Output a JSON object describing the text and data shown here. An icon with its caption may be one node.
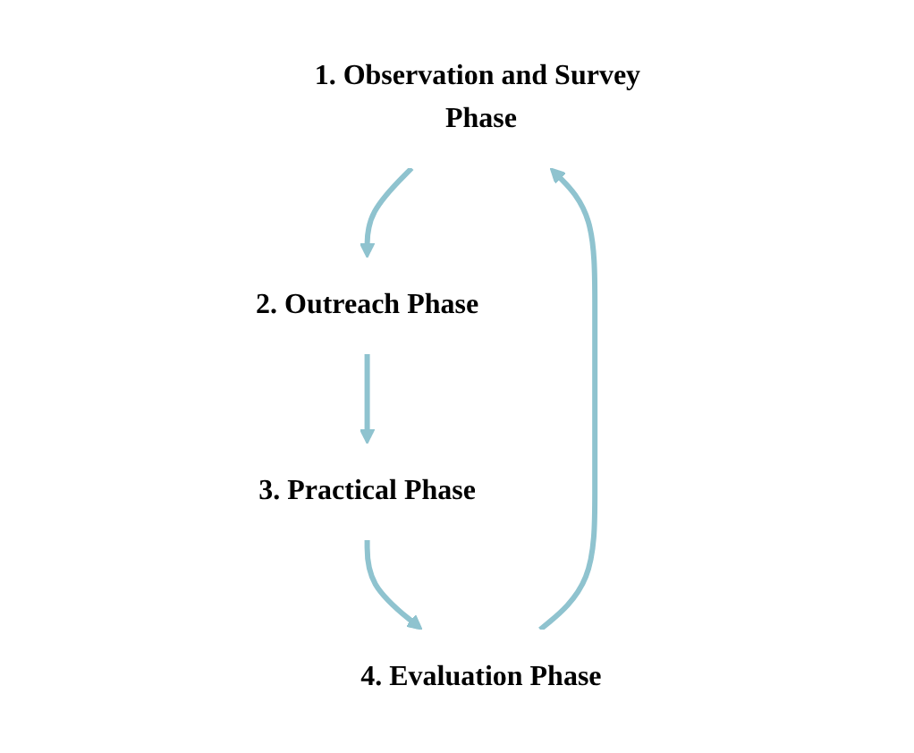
{
  "diagram": {
    "nodes": [
      {
        "text": [
          "1. Observation and Survey Phase"
        ]
      },
      {
        "text": [
          "2. Outreach Phase"
        ]
      },
      {
        "text": [
          "3. Practical Phase"
        ]
      },
      {
        "text": [
          "4. Evaluation Phase"
        ]
      }
    ],
    "edges": [
      {
        "from": 3,
        "to": 0,
        "arrow": "to"
      },
      {
        "from": 0,
        "to": 1,
        "arrow": "to"
      },
      {
        "from": 1,
        "to": 2,
        "arrow": "to"
      },
      {
        "from": 2,
        "to": 3,
        "arrow": "to"
      }
    ]
  }
}
